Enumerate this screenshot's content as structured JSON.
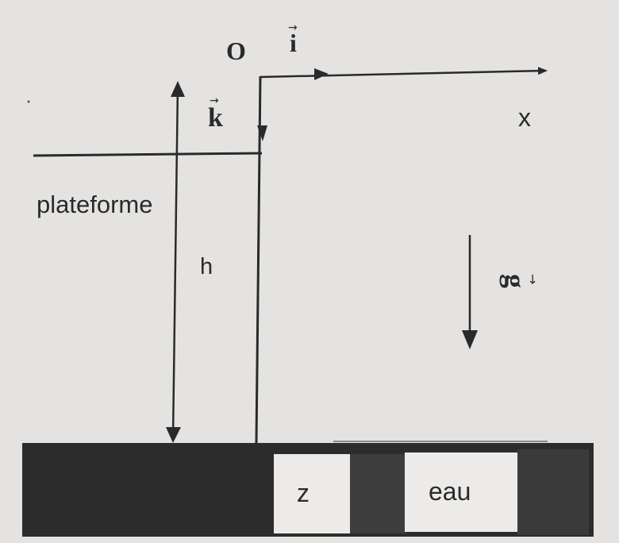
{
  "labels": {
    "origin": "O",
    "unit_i": "i",
    "unit_k": "k",
    "vector_g": "g",
    "axis_x": "x",
    "platform": "plateforme",
    "height": "h",
    "depth": "z",
    "water": "eau",
    "vector_arrow": "→"
  },
  "colors": {
    "background": "#e4e3e1",
    "ink": "#2a2a2a",
    "ground": "#2c2c2c",
    "window": "#ecebe9"
  }
}
